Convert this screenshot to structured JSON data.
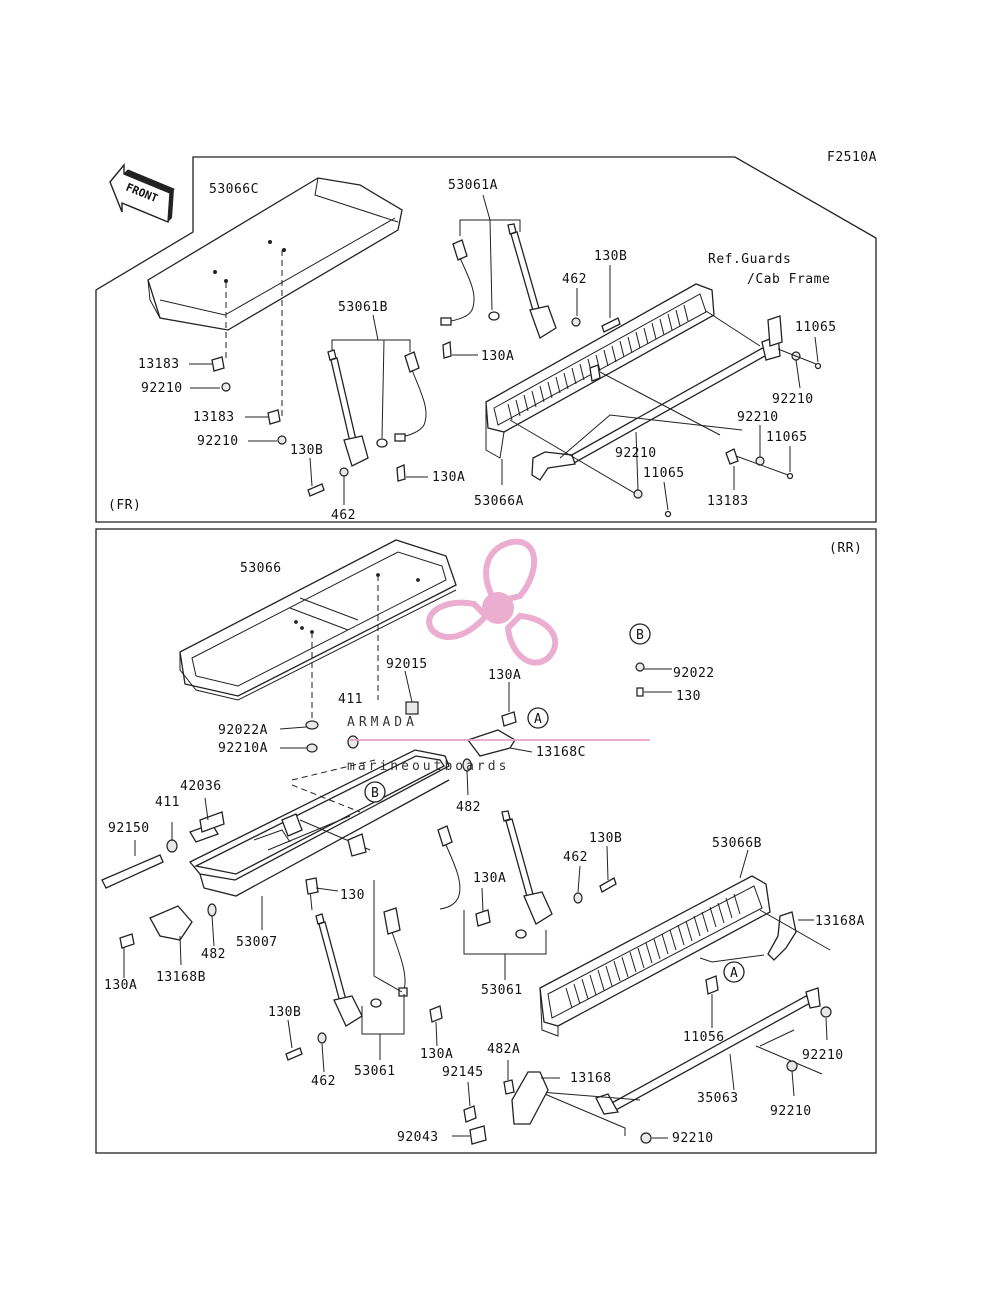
{
  "diagram": {
    "code": "F2510A",
    "front_label": "FRONT",
    "ref_text_line1": "Ref.Guards",
    "ref_text_line2": "/Cab Frame",
    "section_fr": "(FR)",
    "section_rr": "(RR)"
  },
  "fr_labels": {
    "p53066C": "53066C",
    "p53061A": "53061A",
    "p130B_top": "130B",
    "p462_top": "462",
    "p11065_a": "11065",
    "p53061B": "53061B",
    "p130A_top": "130A",
    "p13183_a": "13183",
    "p92210_a": "92210",
    "p13183_b": "13183",
    "p92210_b": "92210",
    "p130B_mid": "130B",
    "p130A_mid": "130A",
    "p462_mid": "462",
    "p53066A": "53066A",
    "p92210_c": "92210",
    "p92210_d": "92210",
    "p11065_b": "11065",
    "p92210_e": "92210",
    "p11065_c": "11065",
    "p13183_c": "13183"
  },
  "rr_labels": {
    "p53066": "53066",
    "pB_top": "B",
    "p92022": "92022",
    "p130": "130",
    "p92015": "92015",
    "p130A_a": "130A",
    "p411_a": "411",
    "p92022A": "92022A",
    "p92210A": "92210A",
    "pA_a": "A",
    "p13168C": "13168C",
    "pB_mid": "B",
    "p482_a": "482",
    "p42036": "42036",
    "p411_b": "411",
    "p92150": "92150",
    "p130B_a": "130B",
    "p53066B": "53066B",
    "p462_a": "462",
    "p130A_b": "130A",
    "p130_b": "130",
    "p53007": "53007",
    "p482_b": "482",
    "p13168A": "13168A",
    "p130A_c": "130A",
    "p13168B": "13168B",
    "p53061_a": "53061",
    "pA_b": "A",
    "p11056": "11056",
    "p130B_b": "130B",
    "p130A_d": "130A",
    "p92210_a": "92210",
    "p462_b": "462",
    "p53061_b": "53061",
    "p482A": "482A",
    "p92145": "92145",
    "p13168": "13168",
    "p35063": "35063",
    "p92210_b": "92210",
    "p92043": "92043",
    "p92210_c": "92210"
  },
  "watermark": {
    "brand": "ARMADA",
    "tagline": "marineoutboards",
    "logo_icon": "propeller-icon",
    "logo_color": "#e8a0c8",
    "logo_hub_color": "#e8a0c8"
  }
}
